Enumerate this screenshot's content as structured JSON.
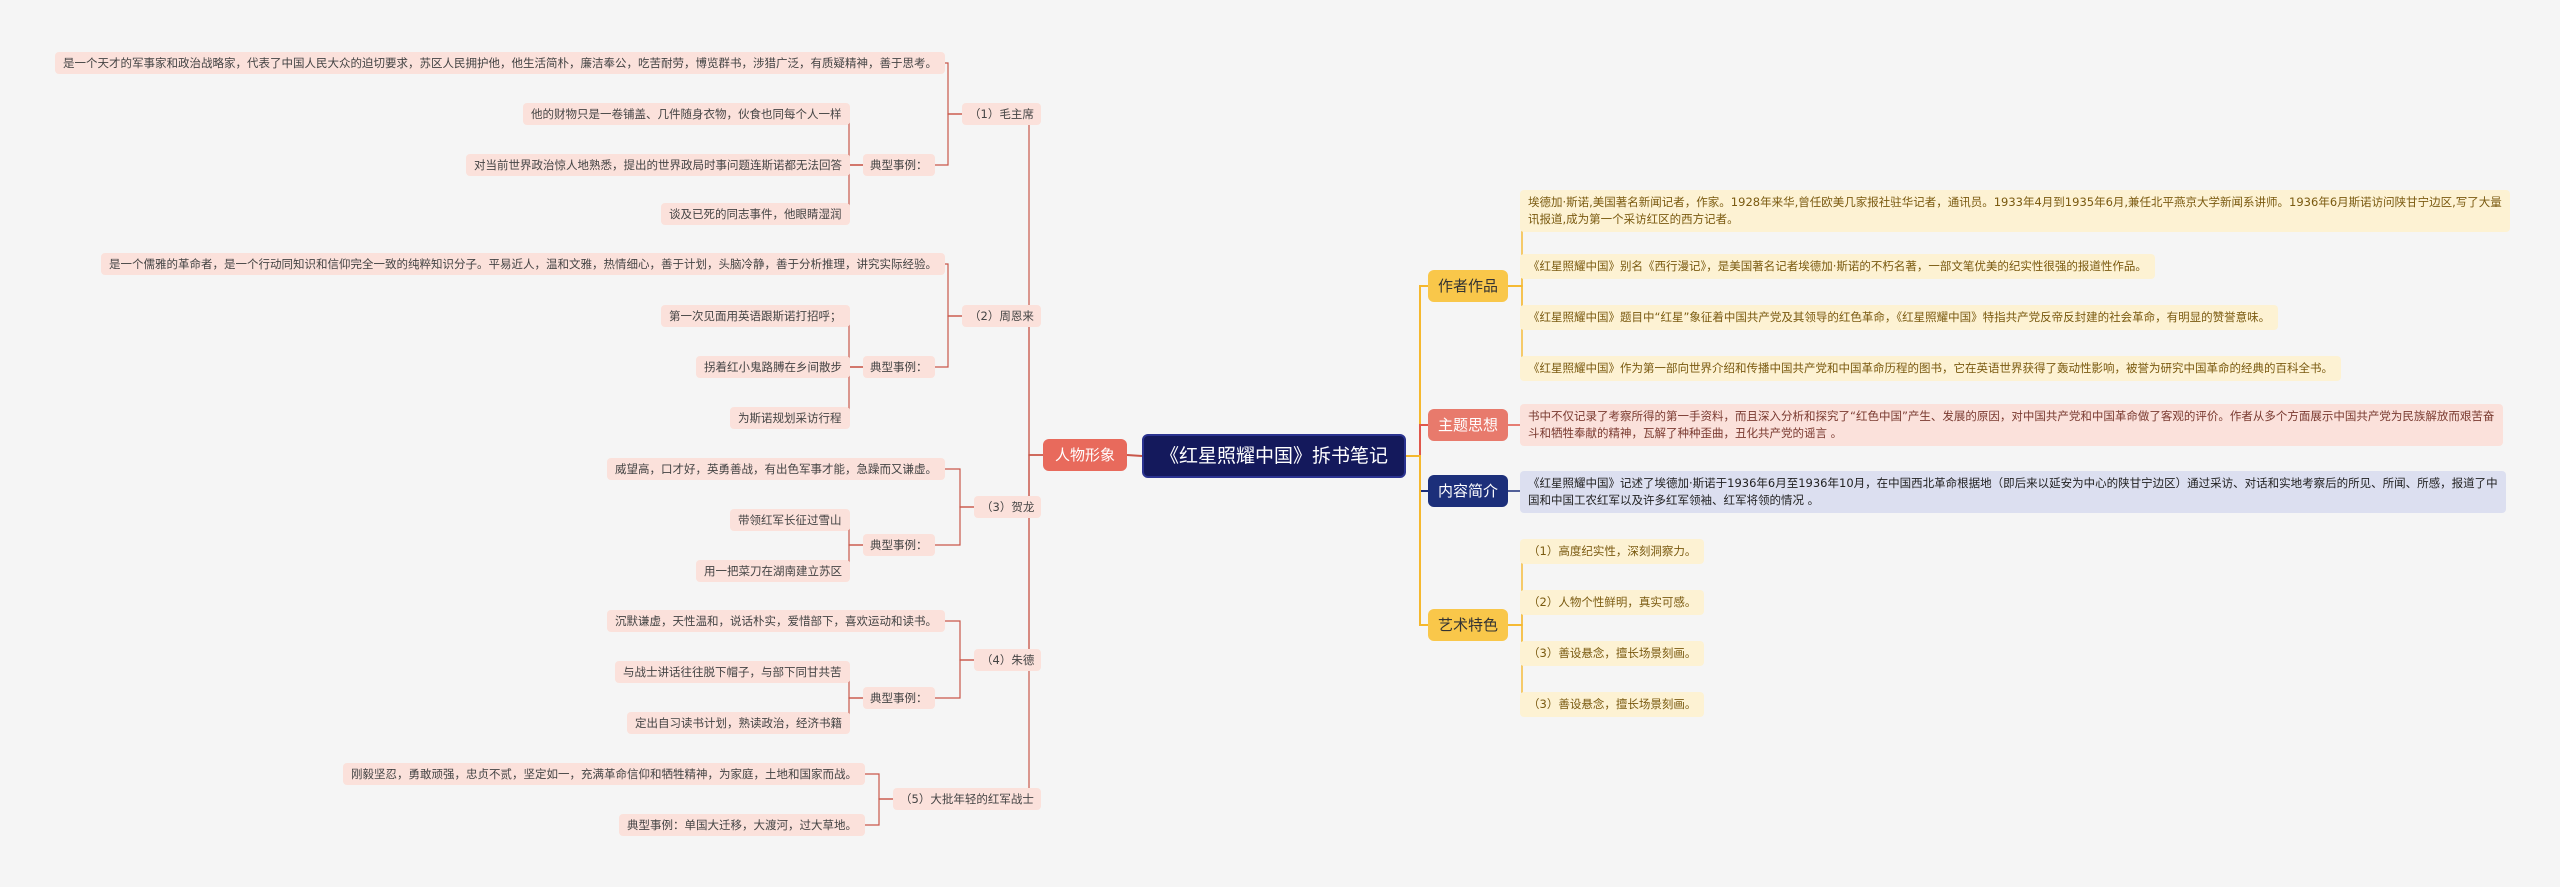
{
  "root": {
    "title": "《红星照耀中国》拆书笔记"
  },
  "left": {
    "label": "人物形象",
    "groups": [
      {
        "name": "（1）毛主席",
        "intro": "是一个天才的军事家和政治战略家，代表了中国人民大众的迫切要求，苏区人民拥护他，他生活简朴，廉洁奉公，吃苦耐劳，博览群书，涉猎广泛，有质疑精神，善于思考。",
        "examples_label": "典型事例：",
        "examples": [
          "他的财物只是一卷铺盖、几件随身衣物，伙食也同每个人一样",
          "对当前世界政治惊人地熟悉，提出的世界政局时事问题连斯诺都无法回答",
          "谈及已死的同志事件，他眼睛湿润"
        ]
      },
      {
        "name": "（2）周恩来",
        "intro": "是一个儒雅的革命者，是一个行动同知识和信仰完全一致的纯粹知识分子。平易近人，温和文雅，热情细心，善于计划，头脑冷静，善于分析推理，讲究实际经验。",
        "examples_label": "典型事例：",
        "examples": [
          "第一次见面用英语跟斯诺打招呼；",
          "拐着红小鬼路膊在乡间散步",
          "为斯诺规划采访行程"
        ]
      },
      {
        "name": "（3）贺龙",
        "intro": "威望高，口才好，英勇善战，有出色军事才能，急躁而又谦虚。",
        "examples_label": "典型事例：",
        "examples": [
          "带领红军长征过雪山",
          "用一把菜刀在湖南建立苏区"
        ]
      },
      {
        "name": "（4）朱德",
        "intro": "沉默谦虚，天性温和，说话朴实，爱惜部下，喜欢运动和读书。",
        "examples_label": "典型事例：",
        "examples": [
          "与战士讲话往往脱下帽子，与部下同甘共苦",
          "定出自习读书计划，熟读政治，经济书籍"
        ]
      },
      {
        "name": "（5）大批年轻的红军战士",
        "intro": "刚毅坚忍，勇敢顽强，忠贞不贰，坚定如一，充满革命信仰和牺牲精神，为家庭，土地和国家而战。",
        "example_single": "典型事例：单国大迁移，大渡河，过大草地。"
      }
    ]
  },
  "right": {
    "author": {
      "label": "作者作品",
      "items": [
        "埃德加·斯诺,美国著名新闻记者，作家。1928年来华,曾任欧美几家报社驻华记者，通讯员。1933年4月到1935年6月,兼任北平燕京大学新闻系讲师。1936年6月斯诺访问陕甘宁边区,写了大量讯报道,成为第一个采访红区的西方记者。",
        "《红星照耀中国》别名《西行漫记》，是美国著名记者埃德加·斯诺的不朽名著，一部文笔优美的纪实性很强的报道性作品。",
        "《红星照耀中国》题目中“红星”象征着中国共产党及其领导的红色革命，《红星照耀中国》特指共产党反帝反封建的社会革命，有明显的赞誉意味。",
        "《红星照耀中国》作为第一部向世界介绍和传播中国共产党和中国革命历程的图书，它在英语世界获得了轰动性影响，被誉为研究中国革命的经典的百科全书。"
      ]
    },
    "theme": {
      "label": "主题思想",
      "text": "书中不仅记录了考察所得的第一手资料，而且深入分析和探究了“红色中国”产生、发展的原因，对中国共产党和中国革命做了客观的评价。作者从多个方面展示中国共产党为民族解放而艰苦奋斗和牺牲奉献的精神，瓦解了种种歪曲，丑化共产党的谣言 。"
    },
    "summary": {
      "label": "内容简介",
      "text": "《红星照耀中国》记述了埃德加·斯诺于1936年6月至1936年10月，在中国西北革命根据地（即后来以延安为中心的陕甘宁边区）通过采访、对话和实地考察后的所见、所闻、所感，报道了中国和中国工农红军以及许多红军领袖、红军将领的情况 。"
    },
    "art": {
      "label": "艺术特色",
      "items": [
        "（1）高度纪实性，深刻洞察力。",
        "（2）人物个性鲜明，真实可感。",
        "（3）善设悬念，擅长场景刻画。",
        "（3）善设悬念，擅长场景刻画。"
      ]
    }
  },
  "colors": {
    "root": "#14195c",
    "left_branch": "#c9574a",
    "author": "#f5b82e",
    "theme": "#e0574a",
    "summary": "#1c2f7a",
    "art": "#f5b82e"
  }
}
